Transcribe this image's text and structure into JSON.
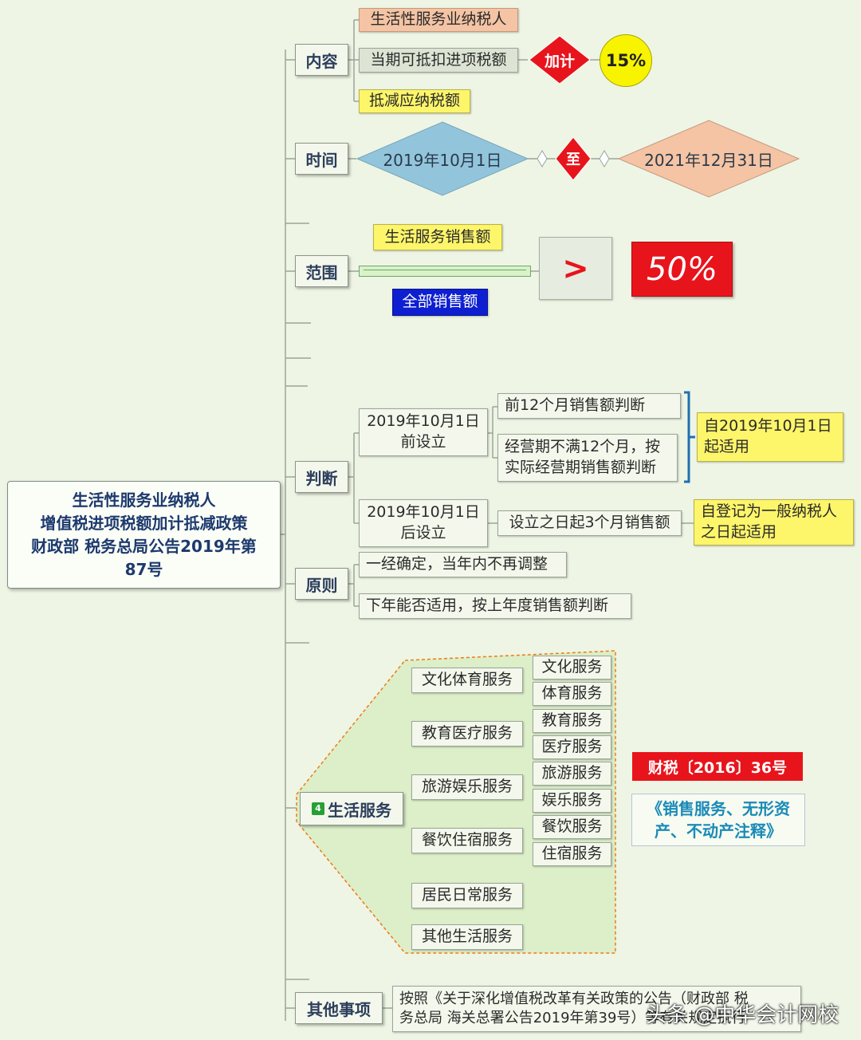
{
  "root": {
    "line1": "生活性服务业纳税人",
    "line2": "增值税进项税额加计抵减政策",
    "line3": "财政部 税务总局公告2019年第",
    "line4": "87号"
  },
  "content": {
    "label": "内容",
    "items": [
      "生活性服务业纳税人",
      "当期可抵扣进项税额",
      "抵减应纳税额"
    ],
    "plus_label": "加计",
    "rate": "15%"
  },
  "time": {
    "label": "时间",
    "start": "2019年10月1日",
    "to": "至",
    "end": "2021年12月31日"
  },
  "scope": {
    "label": "范围",
    "numerator": "生活服务销售额",
    "denominator": "全部销售额",
    "compare": ">",
    "threshold": "50%"
  },
  "judge": {
    "label": "判断",
    "before_line1": "2019年10月1日",
    "before_line2": "前设立",
    "before_items": [
      {
        "line1": "前12个月销售额判断",
        "line2": ""
      },
      {
        "line1": "经营期不满12个月，按",
        "line2": "实际经营期销售额判断"
      }
    ],
    "before_apply_line1": "自2019年10月1日",
    "before_apply_line2": "起适用",
    "after_line1": "2019年10月1日",
    "after_line2": "后设立",
    "after_item": "设立之日起3个月销售额",
    "after_apply_line1": "自登记为一般纳税人",
    "after_apply_line2": "之日起适用"
  },
  "principle": {
    "label": "原则",
    "items": [
      "一经确定，当年内不再调整",
      "下年能否适用，按上年度销售额判断"
    ]
  },
  "services": {
    "badge": "4",
    "label": "生活服务",
    "groups": [
      {
        "name": "文化体育服务",
        "subs": [
          "文化服务",
          "体育服务"
        ]
      },
      {
        "name": "教育医疗服务",
        "subs": [
          "教育服务",
          "医疗服务"
        ]
      },
      {
        "name": "旅游娱乐服务",
        "subs": [
          "旅游服务",
          "娱乐服务"
        ]
      },
      {
        "name": "餐饮住宿服务",
        "subs": [
          "餐饮服务",
          "住宿服务"
        ]
      },
      {
        "name": "居民日常服务",
        "subs": []
      },
      {
        "name": "其他生活服务",
        "subs": []
      }
    ],
    "doc_ref": "财税〔2016〕36号",
    "doc_title_line1": "《销售服务、无形资",
    "doc_title_line2": "产、不动产注释》"
  },
  "other": {
    "label": "其他事项",
    "line1": "按照《关于深化增值税改革有关政策的公告（财政部 税",
    "line2": "务总局 海关总署公告2019年第39号）等有关规定执行"
  },
  "watermark": "头条 @中华会计网校",
  "colors": {
    "background": "#eef5e4",
    "yellow": "#fdf56a",
    "salmon": "#f4c4a4",
    "diamond_blue": "#92c5dc",
    "diamond_red": "#e8141c",
    "rate_circle": "#f8f400",
    "blue_box": "#0d1fd0",
    "bracket_blue": "#1f6fb3",
    "dashed_orange": "#f07a18"
  }
}
